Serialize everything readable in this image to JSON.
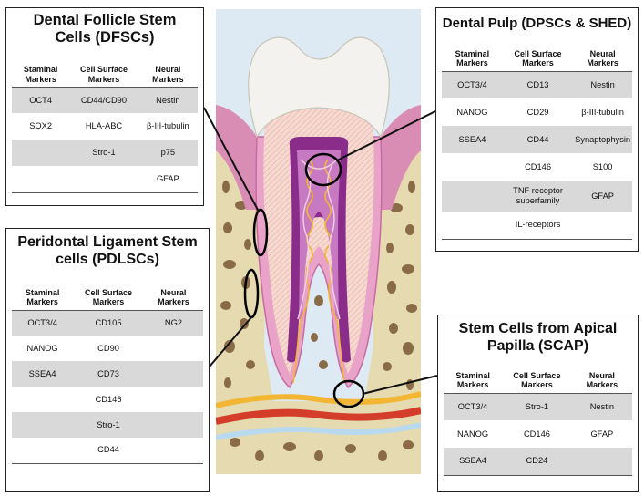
{
  "columns": [
    "Staminal Markers",
    "Cell Surface Markers",
    "Neural Markers"
  ],
  "panels": {
    "dfsc": {
      "title": "Dental Follicle Stem Cells (DFSCs)",
      "rows": [
        [
          "OCT4",
          "CD44/CD90",
          "Nestin"
        ],
        [
          "SOX2",
          "HLA-ABC",
          "β-III-tubulin"
        ],
        [
          "",
          "Stro-1",
          "p75"
        ],
        [
          "",
          "",
          "GFAP"
        ]
      ]
    },
    "pulp": {
      "title": "Dental Pulp (DPSCs & SHED)",
      "rows": [
        [
          "OCT3/4",
          "CD13",
          "Nestin"
        ],
        [
          "NANOG",
          "CD29",
          "β-III-tubulin"
        ],
        [
          "SSEA4",
          "CD44",
          "Synaptophysin"
        ],
        [
          "",
          "CD146",
          "S100"
        ],
        [
          "",
          "TNF receptor superfamily",
          "GFAP"
        ],
        [
          "",
          "IL-receptors",
          ""
        ]
      ]
    },
    "pdl": {
      "title": "Peridontal Ligament Stem cells (PDLSCs)",
      "rows": [
        [
          "OCT3/4",
          "CD105",
          "NG2"
        ],
        [
          "NANOG",
          "CD90",
          ""
        ],
        [
          "SSEA4",
          "CD73",
          ""
        ],
        [
          "",
          "CD146",
          ""
        ],
        [
          "",
          "Stro-1",
          ""
        ],
        [
          "",
          "CD44",
          ""
        ]
      ]
    },
    "scap": {
      "title": "Stem Cells from Apical Papilla (SCAP)",
      "rows": [
        [
          "OCT3/4",
          "Stro-1",
          "Nestin"
        ],
        [
          "NANOG",
          "CD146",
          "GFAP"
        ],
        [
          "SSEA4",
          "CD24",
          ""
        ]
      ]
    }
  },
  "colors": {
    "bone": "#e5dab0",
    "bone_pore": "#8a6b48",
    "enamel": "#f3f2ee",
    "dentin": "#f5e2d5",
    "gum": "#d98db4",
    "pulp": "#8a2c89",
    "pulp_light": "#c779c1",
    "nerve_yellow": "#f2b632",
    "artery_red": "#d43d2a",
    "vein_blue": "#b9d9ee",
    "sky": "#dde9f3"
  }
}
